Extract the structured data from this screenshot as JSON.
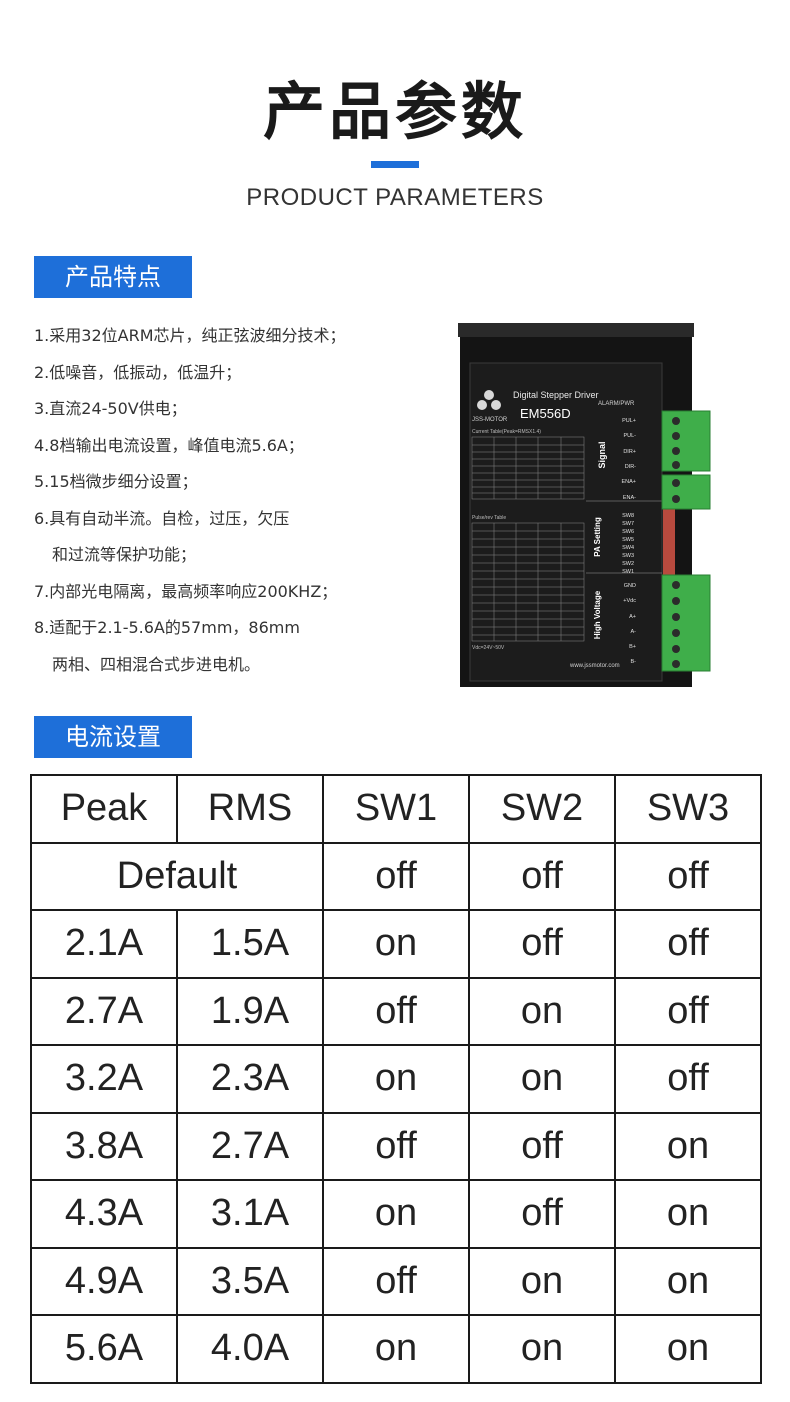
{
  "header": {
    "title": "产品参数",
    "subtitle": "PRODUCT PARAMETERS"
  },
  "features_section": {
    "tag": "产品特点",
    "items": [
      "1.采用32位ARM芯片，纯正弦波细分技术；",
      "2.低噪音，低振动，低温升；",
      "3.直流24-50V供电；",
      "4.8档输出电流设置，峰值电流5.6A；",
      "5.15档微步细分设置；",
      "6.具有自动半流。自检，过压，欠压",
      "和过流等保护功能；",
      "7.内部光电隔离，最高频率响应200KHZ；",
      "8.适配于2.1-5.6A的57mm，86mm",
      "两相、四相混合式步进电机。"
    ]
  },
  "device": {
    "brand": "JSS-MOTOR",
    "product_line": "Digital Stepper Driver",
    "model": "EM556D",
    "alarm_label": "ALARM/PWR",
    "signal_group": "Signal",
    "signal_pins": [
      "PUL+",
      "PUL-",
      "DIR+",
      "DIR-",
      "ENA+",
      "ENA-"
    ],
    "setting_group": "PA Setting",
    "switches": [
      "SW8",
      "SW7",
      "SW6",
      "SW5",
      "SW4",
      "SW3",
      "SW2",
      "SW1"
    ],
    "power_group": "High Voltage",
    "power_pins": [
      "GND",
      "+Vdc",
      "A+",
      "A-",
      "B+",
      "B-"
    ],
    "website": "www.jssmotor.com",
    "current_table_title": "Current Table(Peak=RMSX1.4)",
    "pulse_table_title": "Pulse/rev Table",
    "voltage_note": "Vdc=24V~50V"
  },
  "current_section": {
    "tag": "电流设置",
    "headers": [
      "Peak",
      "RMS",
      "SW1",
      "SW2",
      "SW3"
    ],
    "default_row": {
      "label": "Default",
      "sw1": "off",
      "sw2": "off",
      "sw3": "off"
    },
    "rows": [
      [
        "2.1A",
        "1.5A",
        "on",
        "off",
        "off"
      ],
      [
        "2.7A",
        "1.9A",
        "off",
        "on",
        "off"
      ],
      [
        "3.2A",
        "2.3A",
        "on",
        "on",
        "off"
      ],
      [
        "3.8A",
        "2.7A",
        "off",
        "off",
        "on"
      ],
      [
        "4.3A",
        "3.1A",
        "on",
        "off",
        "on"
      ],
      [
        "4.9A",
        "3.5A",
        "off",
        "on",
        "on"
      ],
      [
        "5.6A",
        "4.0A",
        "on",
        "on",
        "on"
      ]
    ]
  },
  "colors": {
    "accent": "#1e6fd9",
    "terminal_green": "#3fae4a",
    "device_black": "#1c1c1c"
  }
}
